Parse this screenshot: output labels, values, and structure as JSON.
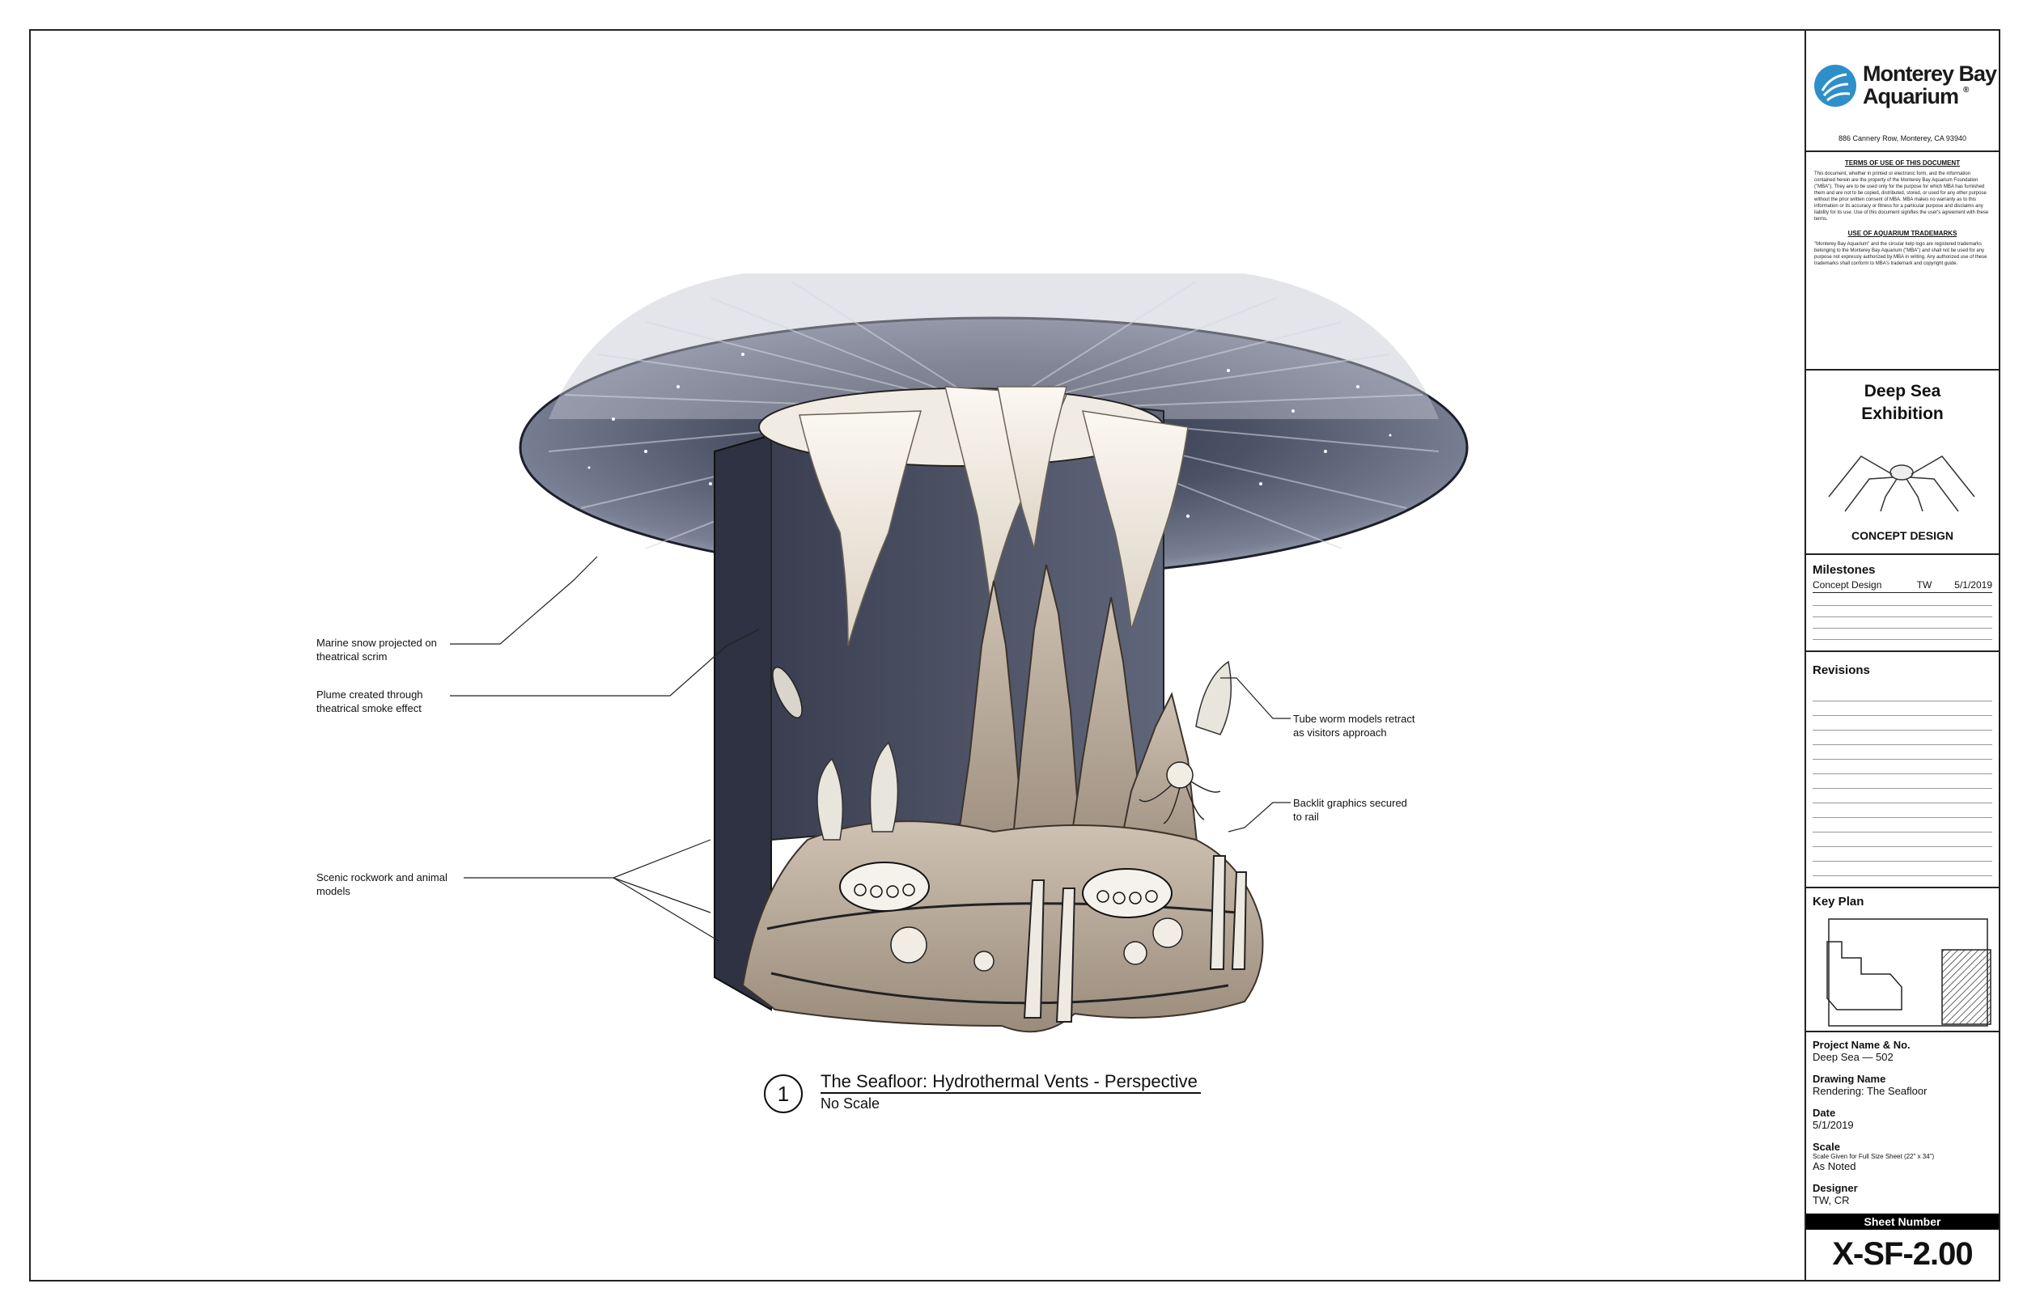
{
  "logo": {
    "line1": "Monterey Bay",
    "line2": "Aquarium",
    "trademark": "®",
    "address": "886 Cannery Row, Monterey, CA 93940"
  },
  "terms": {
    "heading": "TERMS OF USE OF THIS DOCUMENT",
    "body": "This document, whether in printed or electronic form, and the information contained herein are the property of the Monterey Bay Aquarium Foundation (\"MBA\"). They are to be used only for the purpose for which MBA has furnished them and are not to be copied, distributed, stored, or used for any other purpose without the prior written consent of MBA. MBA makes no warranty as to this information or its accuracy or fitness for a particular purpose and disclaims any liability for its use. Use of this document signifies the user's agreement with these terms.",
    "trademarks_heading": "USE OF AQUARIUM TRADEMARKS",
    "trademarks_body": "\"Monterey Bay Aquarium\" and the circular kelp logo are registered trademarks belonging to the Monterey Bay Aquarium (\"MBA\") and shall not be used for any purpose not expressly authorized by MBA in writing. Any authorized use of these trademarks shall conform to MBA's trademark and copyright guide."
  },
  "exhibit": {
    "title_line1": "Deep Sea",
    "title_line2": "Exhibition",
    "phase": "CONCEPT DESIGN"
  },
  "milestones": {
    "heading": "Milestones",
    "rows": [
      {
        "name": "Concept Design",
        "initials": "TW",
        "date": "5/1/2019"
      }
    ]
  },
  "revisions": {
    "heading": "Revisions"
  },
  "key_plan": {
    "heading": "Key Plan"
  },
  "project": {
    "name_label": "Project Name & No.",
    "name_value": "Deep Sea — 502",
    "drawing_label": "Drawing Name",
    "drawing_value": "Rendering: The Seafloor",
    "date_label": "Date",
    "date_value": "5/1/2019",
    "scale_label": "Scale",
    "scale_note": "Scale Given for Full Size Sheet (22\" x 34\")",
    "scale_value": "As Noted",
    "designer_label": "Designer",
    "designer_value": "TW, CR"
  },
  "sheet": {
    "label": "Sheet Number",
    "number": "X-SF-2.00"
  },
  "callouts": {
    "marine_snow_1": "Marine snow projected on",
    "marine_snow_2": "theatrical scrim",
    "plume_1": "Plume created through",
    "plume_2": "theatrical smoke effect",
    "rockwork_1": "Scenic rockwork and animal",
    "rockwork_2": "models",
    "tube_worm_1": "Tube worm models retract",
    "tube_worm_2": "as visitors approach",
    "backlit_1": "Backlit graphics secured",
    "backlit_2": "to rail"
  },
  "caption": {
    "number": "1",
    "title": "The Seafloor: Hydrothermal Vents - Perspective",
    "subtitle": "No Scale"
  },
  "colors": {
    "scrim": "#5e6478",
    "scrim_dark": "#3a3e50",
    "rock": "#a8998a",
    "rock_light": "#c9bcad",
    "plume": "#f3efe8",
    "logo_blue": "#2f8fc9"
  }
}
